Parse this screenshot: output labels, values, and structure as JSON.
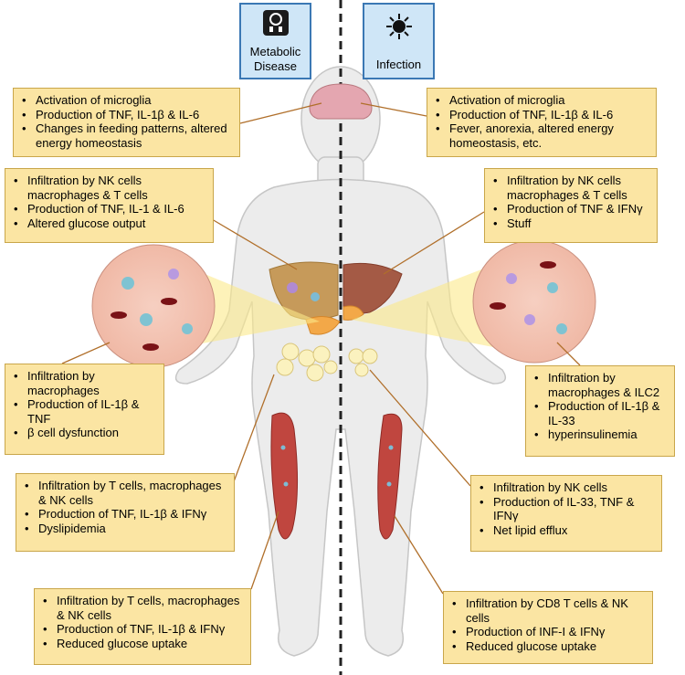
{
  "headers": {
    "left": {
      "label_line1": "Metabolic",
      "label_line2": "Disease",
      "icon": "scale-icon"
    },
    "right": {
      "label": "Infection",
      "icon": "virus-icon"
    }
  },
  "colors": {
    "box_fill": "#fbe5a3",
    "box_border": "#c9a64a",
    "header_fill": "#cfe6f7",
    "header_border": "#3b78b4",
    "body_fill": "#ececec"
  },
  "left_boxes": {
    "brain": [
      "Activation of microglia",
      "Production of TNF, IL-1β & IL-6",
      "Changes in feeding patterns, altered energy homeostasis"
    ],
    "liver": [
      "Infiltration by NK cells macrophages & T cells",
      "Production of TNF, IL-1 & IL-6",
      "Altered glucose output"
    ],
    "pancreas": [
      "Infiltration by macrophages",
      "Production of IL-1β & TNF",
      "β cell dysfunction"
    ],
    "adipose": [
      "Infiltration by T cells, macrophages & NK cells",
      "Production of TNF, IL-1β & IFNγ",
      "Dyslipidemia"
    ],
    "muscle": [
      "Infiltration by T cells, macrophages & NK cells",
      "Production of TNF, IL-1β & IFNγ",
      "Reduced glucose uptake"
    ]
  },
  "right_boxes": {
    "brain": [
      "Activation of microglia",
      "Production of TNF, IL-1β & IL-6",
      "Fever, anorexia, altered energy homeostasis, etc."
    ],
    "liver": [
      "Infiltration by NK cells macrophages & T cells",
      "Production of TNF & IFNγ",
      "Stuff"
    ],
    "pancreas": [
      "Infiltration by macrophages & ILC2",
      "Production of IL-1β & IL-33",
      "hyperinsulinemia"
    ],
    "adipose": [
      "Infiltration by NK cells",
      "Production of IL-33, TNF & IFNγ",
      "Net lipid efflux"
    ],
    "muscle": [
      "Infiltration by CD8 T cells & NK cells",
      "Production of INF-I & IFNγ",
      "Reduced glucose uptake"
    ]
  }
}
